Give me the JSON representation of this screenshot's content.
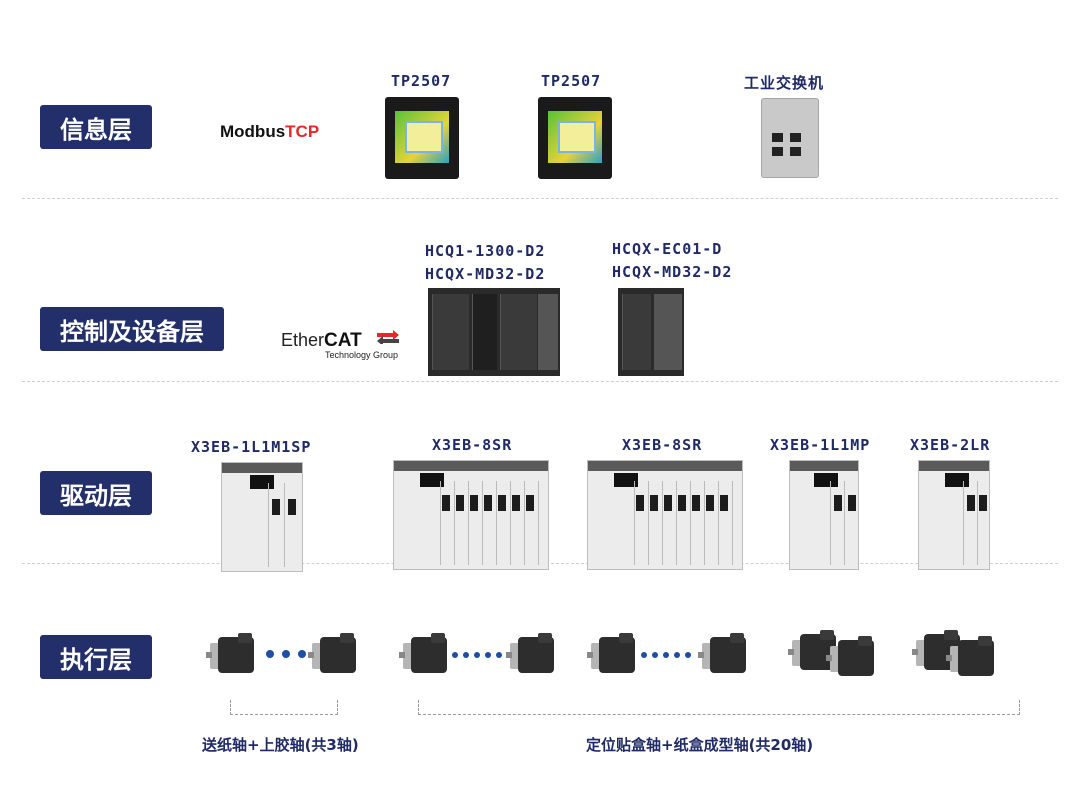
{
  "layers": {
    "info": "信息层",
    "control": "控制及设备层",
    "drive": "驱动层",
    "execution": "执行层"
  },
  "protocols": {
    "modbus_a": "Modbus",
    "modbus_b": "TCP",
    "ethercat_a": "Ether",
    "ethercat_b": "CAT",
    "ethercat_sub": "Technology Group"
  },
  "info_devices": [
    "TP2507",
    "TP2507",
    "工业交换机"
  ],
  "control_devices": [
    {
      "line1": "HCQ1-1300-D2",
      "line2": "HCQX-MD32-D2"
    },
    {
      "line1": "HCQX-EC01-D",
      "line2": "HCQX-MD32-D2"
    }
  ],
  "drive_devices": [
    "X3EB-1L1M1SP",
    "X3EB-8SR",
    "X3EB-8SR",
    "X3EB-1L1MP",
    "X3EB-2LR"
  ],
  "captions": {
    "left": "送纸轴+上胶轴(共3轴)",
    "right": "定位贴盒轴+纸盒成型轴(共20轴)"
  },
  "colors": {
    "navy": "#232f6b",
    "label": "#1f2a66",
    "tcp_red": "#e8262b",
    "dots": "#1f4ea3"
  }
}
